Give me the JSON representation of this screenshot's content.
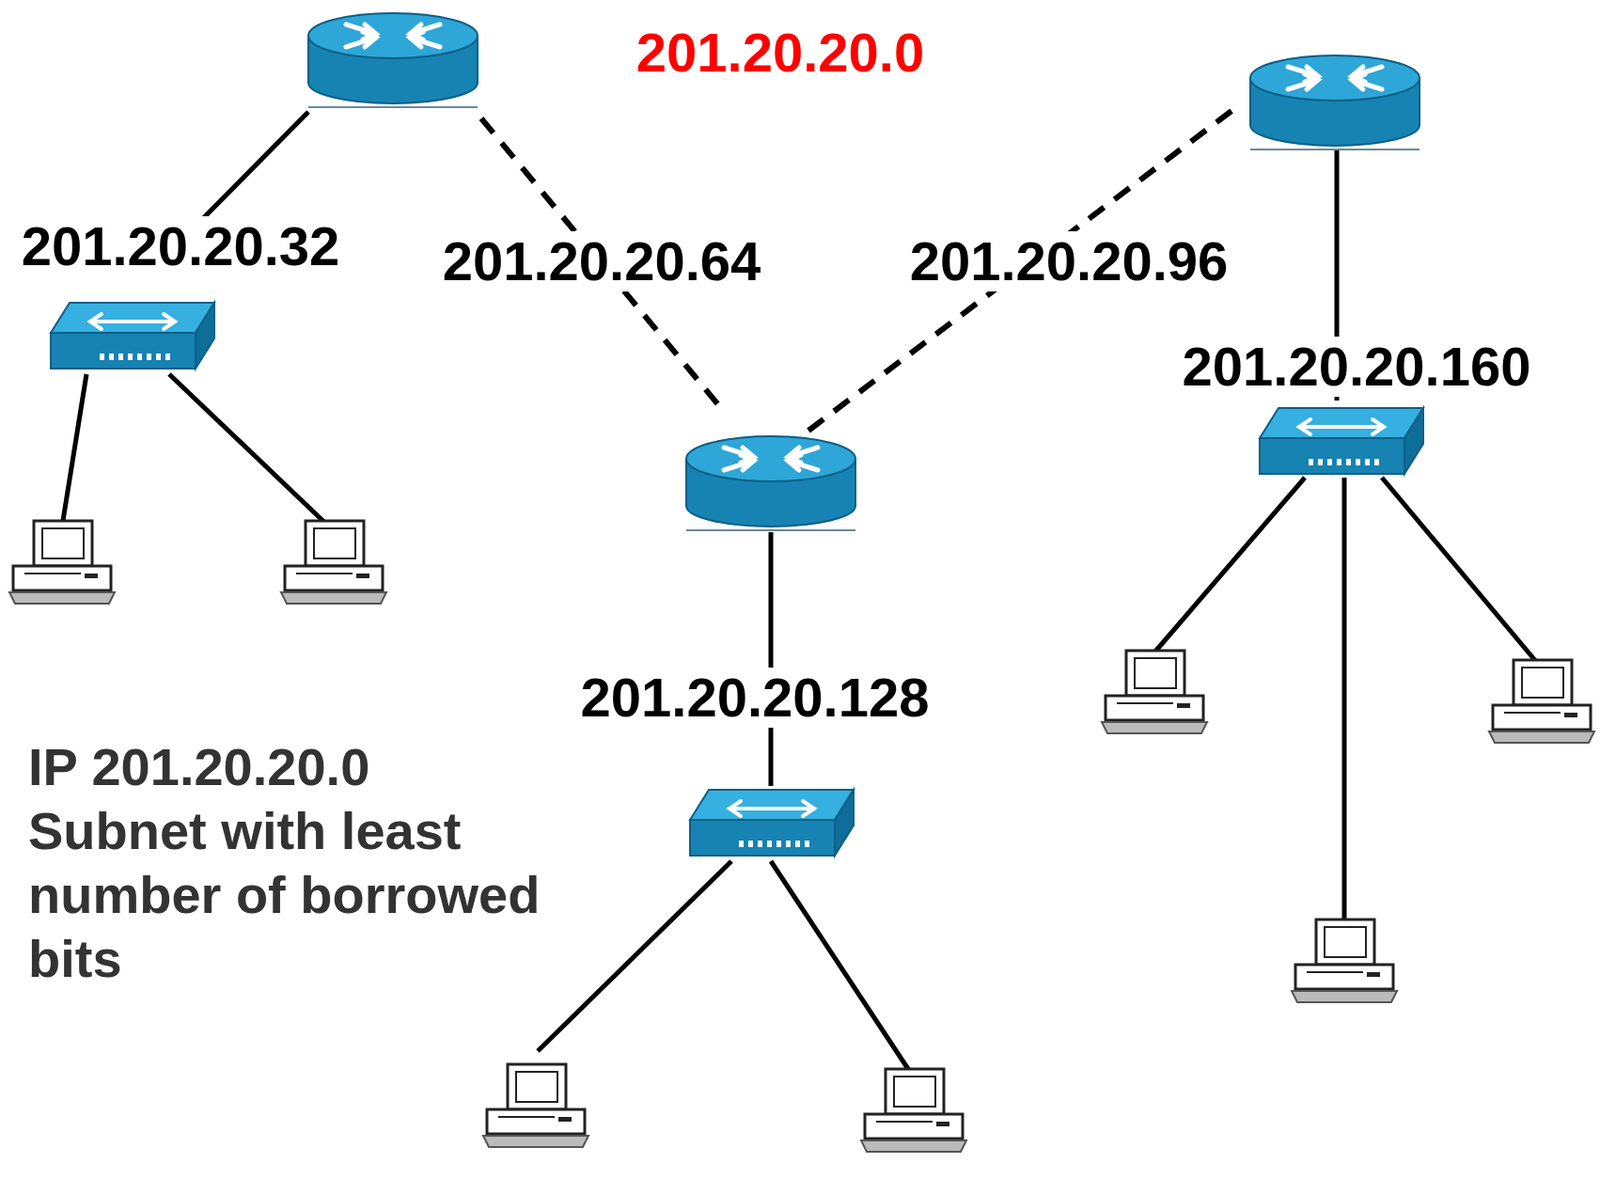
{
  "diagram": {
    "labels": [
      "201.20.20.0",
      "201.20.20.32",
      "201.20.20.64",
      "201.20.20.96",
      "201.20.20.160",
      "201.20.20.128",
      "IP 201.20.20.0 Subnet with least number of borrowed bits"
    ]
  }
}
